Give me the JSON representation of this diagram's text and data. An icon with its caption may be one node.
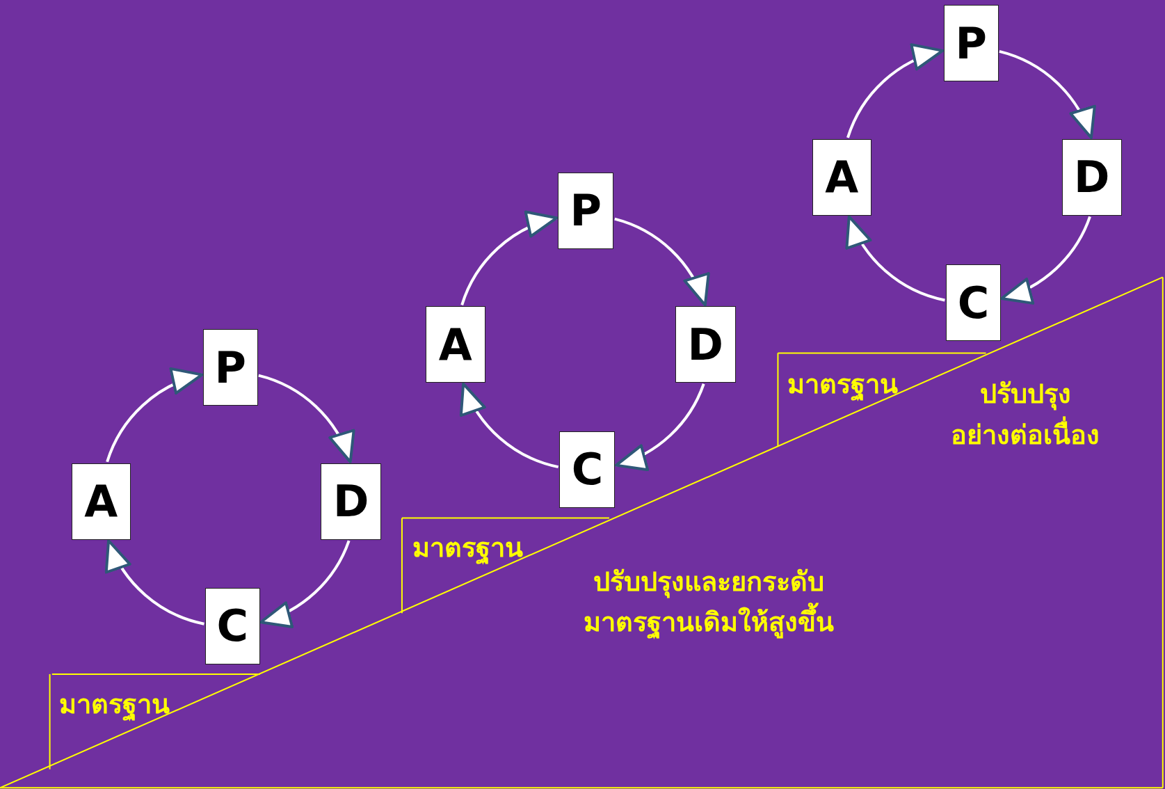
{
  "diagram": {
    "nodes": [
      {
        "text": [
          "P"
        ]
      },
      {
        "text": [
          "D"
        ]
      },
      {
        "text": [
          "C"
        ]
      },
      {
        "text": [
          "A"
        ]
      },
      {
        "text": [
          "P"
        ]
      },
      {
        "text": [
          "D"
        ]
      },
      {
        "text": [
          "C"
        ]
      },
      {
        "text": [
          "A"
        ]
      },
      {
        "text": [
          "P"
        ]
      },
      {
        "text": [
          "D"
        ]
      },
      {
        "text": [
          "C"
        ]
      },
      {
        "text": [
          "A"
        ]
      }
    ],
    "edges": [
      {
        "from": 0,
        "to": 1,
        "arrow": "to"
      },
      {
        "from": 1,
        "to": 2,
        "arrow": "to"
      },
      {
        "from": 2,
        "to": 3,
        "arrow": "to"
      },
      {
        "from": 3,
        "to": 0,
        "arrow": "to"
      },
      {
        "from": 4,
        "to": 5,
        "arrow": "to"
      },
      {
        "from": 5,
        "to": 6,
        "arrow": "to"
      },
      {
        "from": 6,
        "to": 7,
        "arrow": "to"
      },
      {
        "from": 7,
        "to": 4,
        "arrow": "to"
      },
      {
        "from": 8,
        "to": 9,
        "arrow": "to"
      },
      {
        "from": 9,
        "to": 10,
        "arrow": "to"
      },
      {
        "from": 10,
        "to": 11,
        "arrow": "to"
      },
      {
        "from": 11,
        "to": 8,
        "arrow": "to"
      }
    ],
    "labels": [
      "มาตรฐาน",
      "ปรับปรุง อย่างต่อเนื่อง",
      "มาตรฐาน",
      "ปรับปรุงและยกระดับ มาตรฐานเดิมให้สูงขึ้น",
      "มาตรฐาน"
    ]
  }
}
